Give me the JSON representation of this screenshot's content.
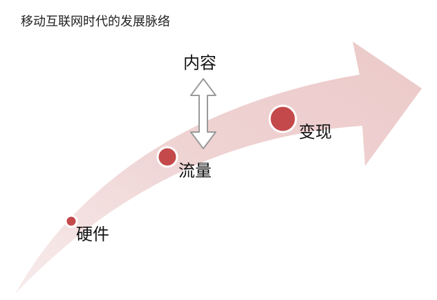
{
  "title": "移动互联网时代的发展脉络",
  "stages": {
    "hardware": "硬件",
    "traffic": "流量",
    "content": "内容",
    "monetize": "变现"
  },
  "colors": {
    "arrow_fill": "#efd3d3",
    "arrow_fill_light": "#f8ecec",
    "dot_fill": "#c4494b",
    "dot_ring": "#ffffff",
    "double_arrow_stroke": "#9a9a9a",
    "double_arrow_fill": "#ffffff"
  }
}
